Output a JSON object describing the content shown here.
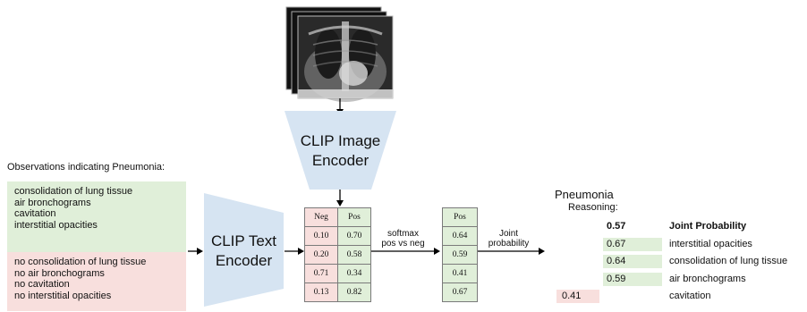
{
  "observations": {
    "title": "Observations indicating Pneumonia:",
    "positive": [
      "consolidation  of lung tissue",
      "air bronchograms",
      "cavitation",
      "interstitial opacities"
    ],
    "negative": [
      "no consolidation  of lung tissue",
      "no air bronchograms",
      "no cavitation",
      "no interstitial opacities"
    ]
  },
  "encoders": {
    "image_line1": "CLIP Image",
    "image_line2": "Encoder",
    "text_line1": "CLIP Text",
    "text_line2": "Encoder"
  },
  "table1": {
    "headers": [
      "Neg",
      "Pos"
    ],
    "rows": [
      [
        "0.10",
        "0.70"
      ],
      [
        "0.20",
        "0.58"
      ],
      [
        "0.71",
        "0.34"
      ],
      [
        "0.13",
        "0.82"
      ]
    ]
  },
  "softmax": {
    "line1": "softmax",
    "line2": "pos vs neg"
  },
  "table2": {
    "header": "Pos",
    "rows": [
      "0.64",
      "0.59",
      "0.41",
      "0.67"
    ]
  },
  "joint": {
    "line1": "Joint",
    "line2": "probability"
  },
  "reasoning": {
    "title": "Pneumonia",
    "subtitle": "Reasoning:",
    "items": [
      {
        "value": "0.57",
        "label": "Joint Probability",
        "bold": true,
        "fraction": 0.57
      },
      {
        "value": "0.67",
        "label": "interstitial opacities",
        "fraction": 0.67
      },
      {
        "value": "0.64",
        "label": "consolidation  of lung tissue",
        "fraction": 0.64
      },
      {
        "value": "0.59",
        "label": "air bronchograms",
        "fraction": 0.59
      },
      {
        "value": "0.41",
        "label": "cavitation",
        "fraction": 0.41
      }
    ],
    "colors": {
      "positive": "#e0efd9",
      "negative": "#f8dfdd"
    }
  },
  "colors": {
    "encoder": "#d6e4f2",
    "positive": "#e0efd9",
    "negative": "#f8dfdd",
    "arrow": "#000000"
  }
}
